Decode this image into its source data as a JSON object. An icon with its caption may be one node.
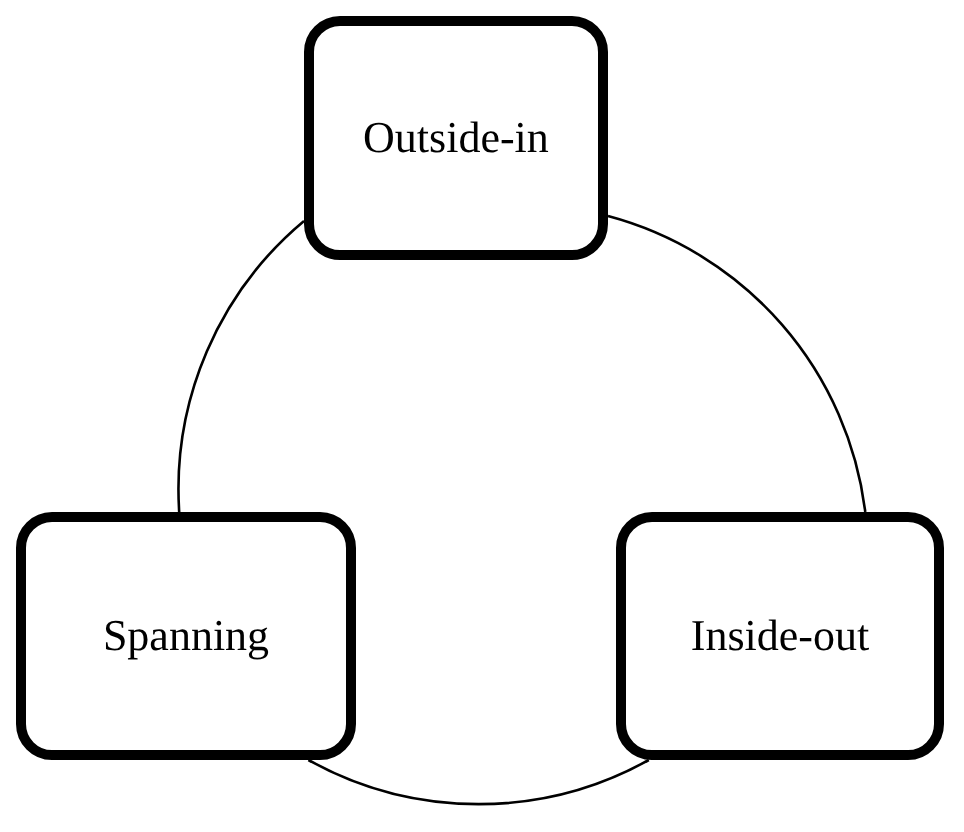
{
  "diagram": {
    "nodes": [
      {
        "text": [
          "Outside-in"
        ]
      },
      {
        "text": [
          "Spanning"
        ]
      },
      {
        "text": [
          "Inside-out"
        ]
      }
    ],
    "edges": [
      {
        "from": 0,
        "to": 1,
        "arrow": "none"
      },
      {
        "from": 0,
        "to": 2,
        "arrow": "none"
      },
      {
        "from": 1,
        "to": 2,
        "arrow": "none"
      }
    ]
  }
}
